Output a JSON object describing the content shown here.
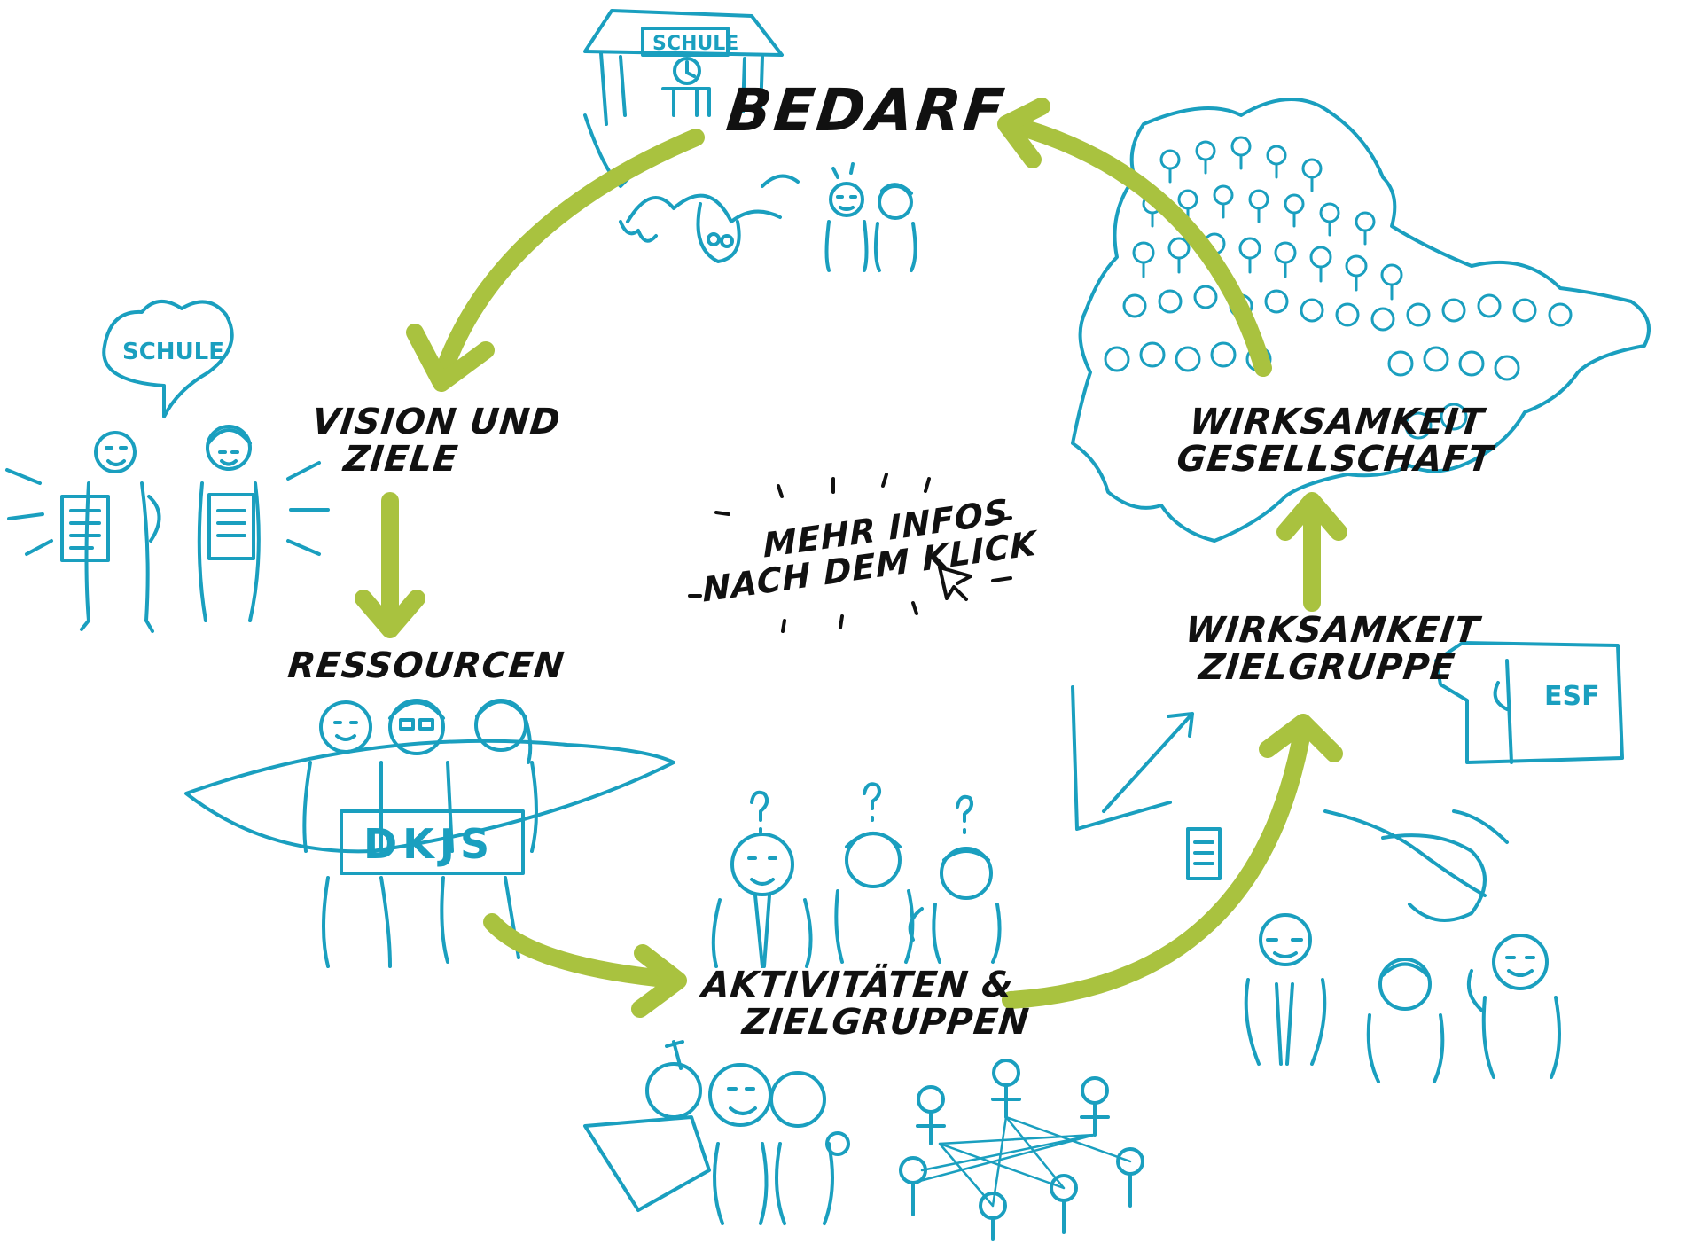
{
  "colors": {
    "teal": "#1a9fbf",
    "green": "#a9c23f",
    "ink": "#111111"
  },
  "nodes": {
    "bedarf": "BEDARF",
    "vision_line1": "VISION UND",
    "vision_line2": "ZIELE",
    "ressourcen": "RESSOURCEN",
    "aktivitaeten_line1": "AKTIVITÄTEN &",
    "aktivitaeten_line2": "ZIELGRUPPEN",
    "zielgruppe_line1": "WIRKSAMKEIT",
    "zielgruppe_line2": "ZIELGRUPPE",
    "gesellschaft_line1": "WIRKSAMKEIT",
    "gesellschaft_line2": "GESELLSCHAFT"
  },
  "center": {
    "line1": "MEHR INFOS",
    "line2": "NACH DEM KLICK"
  },
  "sketch_labels": {
    "school_roof": "SCHULE",
    "school_heart": "SCHULE",
    "banner": "DKJS",
    "puzzle": "ESF"
  }
}
